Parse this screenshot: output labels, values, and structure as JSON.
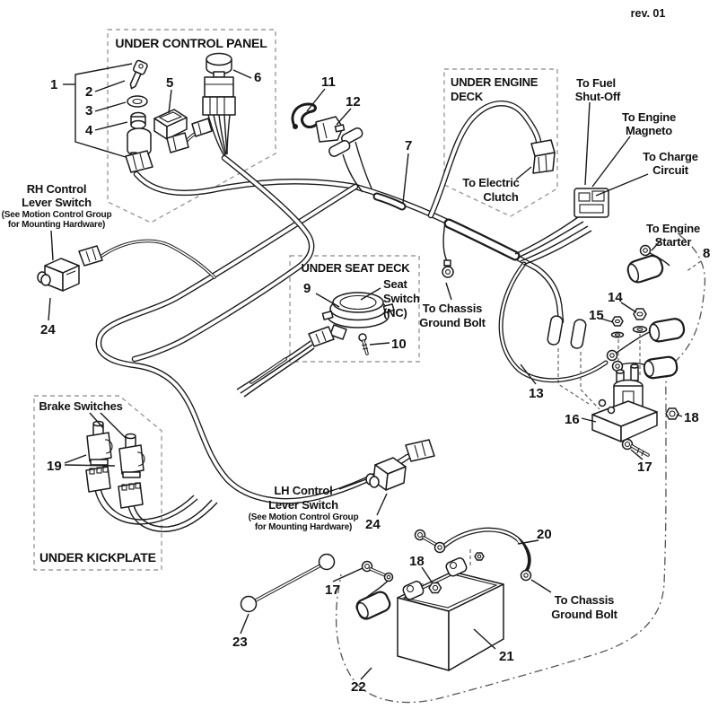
{
  "rev": "rev. 01",
  "boxes": {
    "control_panel": "UNDER CONTROL PANEL",
    "engine_deck1": "UNDER ENGINE",
    "engine_deck2": "DECK",
    "seat_deck": "UNDER SEAT DECK",
    "kickplate": "UNDER KICKPLATE"
  },
  "parts": {
    "p1": "1",
    "p2": "2",
    "p3": "3",
    "p4": "4",
    "p5": "5",
    "p6": "6",
    "p7": "7",
    "p8": "8",
    "p9": "9",
    "p10": "10",
    "p11": "11",
    "p12": "12",
    "p13": "13",
    "p14": "14",
    "p15": "15",
    "p16": "16",
    "p17": "17",
    "p18": "18",
    "p19": "19",
    "p20": "20",
    "p21": "21",
    "p22": "22",
    "p23": "23",
    "p24": "24"
  },
  "labels": {
    "rh1": "RH Control",
    "rh2": "Lever Switch",
    "rh_note1": "(See Motion Control Group",
    "rh_note2": "for Mounting Hardware)",
    "lh1": "LH Control",
    "lh2": "Lever Switch",
    "lh_note1": "(See Motion Control Group",
    "lh_note2": "for Mounting Hardware)",
    "brake": "Brake Switches",
    "seat1": "Seat",
    "seat2": "Switch",
    "seat3": "(NC)"
  },
  "connections": {
    "clutch1": "To Electric",
    "clutch2": "Clutch",
    "fuel1": "To Fuel",
    "fuel2": "Shut-Off",
    "magneto1": "To Engine",
    "magneto2": "Magneto",
    "charge1": "To Charge",
    "charge2": "Circuit",
    "starter1": "To Engine",
    "starter2": "Starter",
    "chassis_mid1": "To Chassis",
    "chassis_mid2": "Ground Bolt",
    "chassis_bot1": "To Chassis",
    "chassis_bot2": "Ground Bolt"
  }
}
